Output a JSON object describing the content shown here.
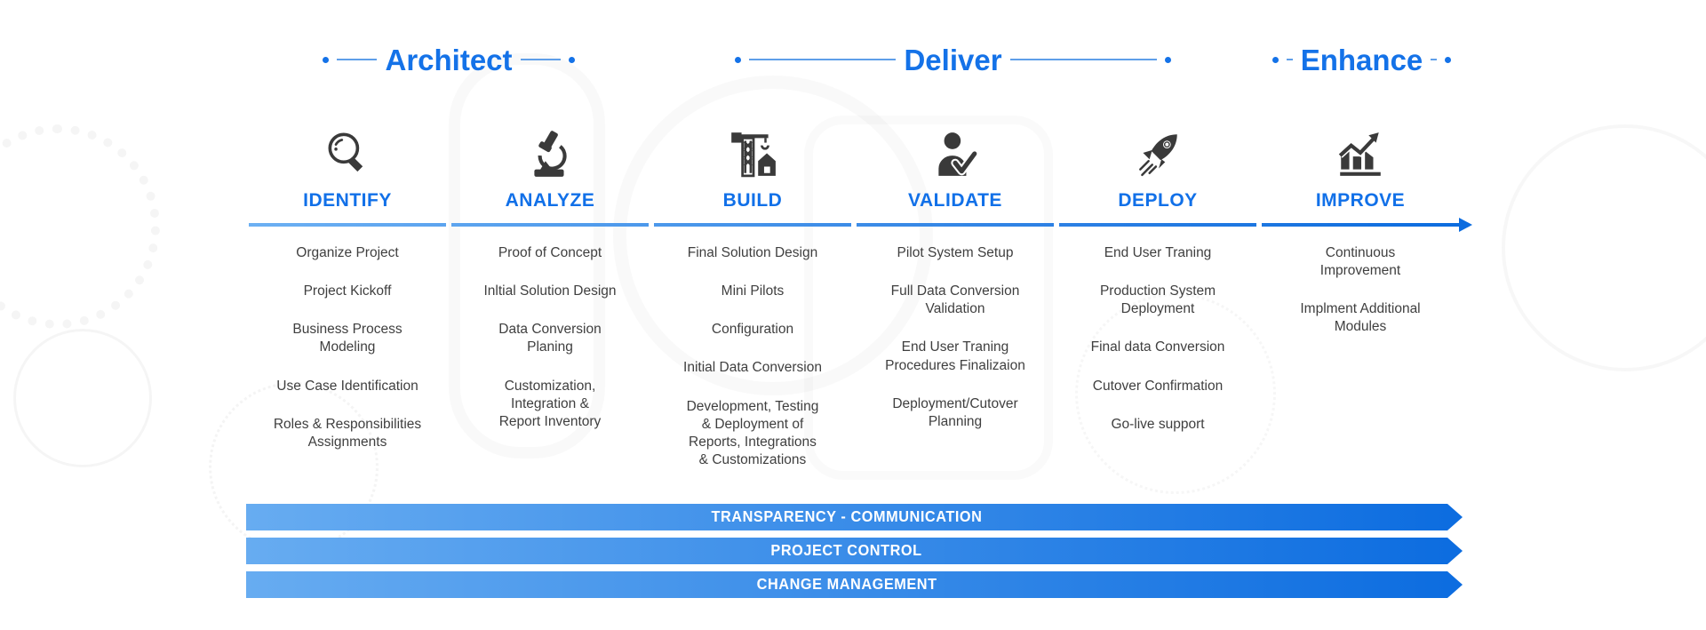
{
  "colors": {
    "accent_blue": "#1472E8",
    "timeline_gradient_start": "#6CB0F3",
    "timeline_gradient_end": "#0C6CDF",
    "banner_gradient_start": "#67ACF1",
    "banner_gradient_end": "#0D6DE0",
    "icon_color": "#3A3A3A",
    "item_text": "#3F3F3F"
  },
  "phases": [
    {
      "label": "Architect"
    },
    {
      "label": "Deliver"
    },
    {
      "label": "Enhance"
    }
  ],
  "columns": [
    {
      "title": "IDENTIFY",
      "icon": "magnifier-search-icon",
      "items": [
        "Organize Project",
        "Project Kickoff",
        "Business Process\nModeling",
        "Use Case Identification",
        "Roles & Responsibilities\nAssignments"
      ]
    },
    {
      "title": "ANALYZE",
      "icon": "microscope-icon",
      "items": [
        "Proof of Concept",
        "Inltial Solution Design",
        "Data Conversion\nPlaning",
        "Customization,\nIntegration &\nReport Inventory"
      ]
    },
    {
      "title": "BUILD",
      "icon": "construction-crane-icon",
      "items": [
        "Final Solution Design",
        "Mini Pilots",
        "Configuration",
        "Initial Data Conversion",
        "Development, Testing\n& Deployment of\nReports, Integrations\n& Customizations"
      ]
    },
    {
      "title": "VALIDATE",
      "icon": "person-check-icon",
      "items": [
        "Pilot System Setup",
        "Full Data Conversion\nValidation",
        "End User Traning\nProcedures Finalizaion",
        "Deployment/Cutover\nPlanning"
      ]
    },
    {
      "title": "DEPLOY",
      "icon": "rocket-icon",
      "items": [
        "End User Traning",
        "Production System\nDeployment",
        "Final data Conversion",
        "Cutover Confirmation",
        "Go-live support"
      ]
    },
    {
      "title": "IMPROVE",
      "icon": "growth-chart-icon",
      "items": [
        "Continuous\nImprovement",
        "Implment Additional\nModules"
      ]
    }
  ],
  "banners": [
    {
      "label": "TRANSPARENCY - COMMUNICATION"
    },
    {
      "label": "PROJECT CONTROL"
    },
    {
      "label": "CHANGE MANAGEMENT"
    }
  ]
}
